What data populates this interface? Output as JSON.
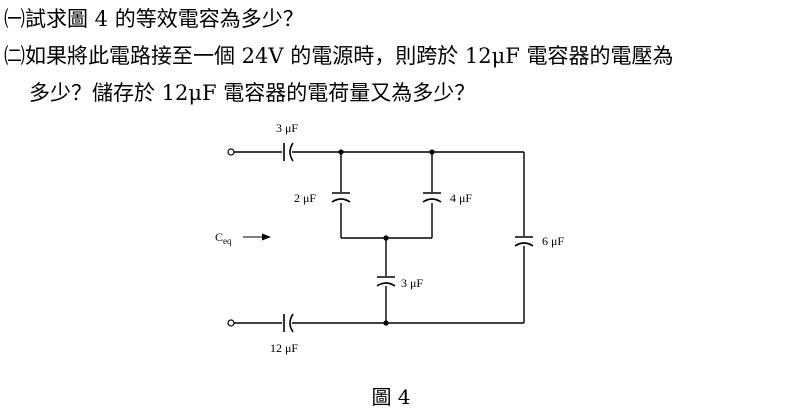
{
  "questions": {
    "q1_text": "㈠試求圖 4 的等效電容為多少？",
    "q2_line1": "㈡如果將此電路接至一個 24V 的電源時，則跨於 12μF 電容器的電壓為",
    "q2_line2": "多少？儲存於 12μF 電容器的電荷量又為多少？"
  },
  "circuit": {
    "c_top_label": "3 μF",
    "c_2_label": "2 μF",
    "c_4_label": "4 μF",
    "c_6_label": "6 μF",
    "c_3_mid_label": "3 μF",
    "c_12_label": "12 μF",
    "ceq_main": "C",
    "ceq_sub": "eq"
  },
  "figure": {
    "caption": "圖 4"
  }
}
